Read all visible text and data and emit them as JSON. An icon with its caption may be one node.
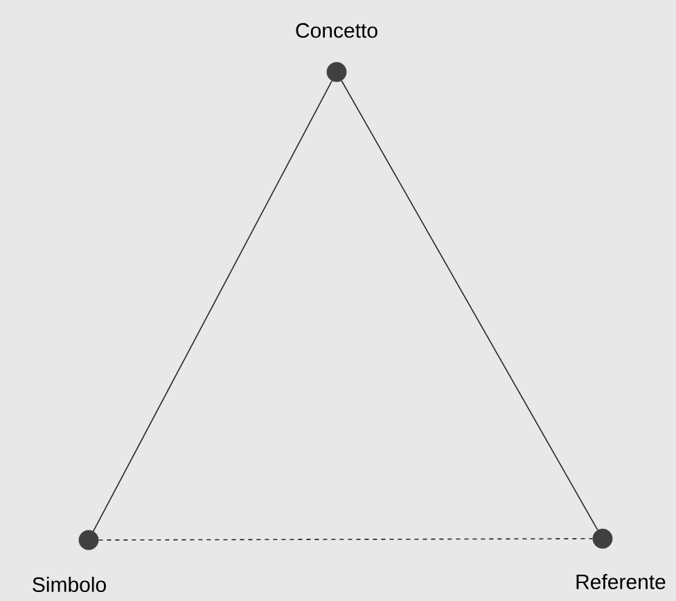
{
  "diagram": {
    "nodes": [
      {
        "text": [],
        "shape": "circle",
        "beside": [
          "Concetto"
        ]
      },
      {
        "text": [],
        "shape": "circle",
        "beside": [
          "Simbolo"
        ]
      },
      {
        "text": [],
        "shape": "circle",
        "beside": [
          "Referente"
        ]
      }
    ],
    "edges": [
      {
        "from": 0,
        "to": 1,
        "arrow": "none"
      },
      {
        "from": 0,
        "to": 2,
        "arrow": "none"
      },
      {
        "from": 1,
        "to": 2,
        "arrow": "none",
        "style": "dashed"
      }
    ]
  }
}
